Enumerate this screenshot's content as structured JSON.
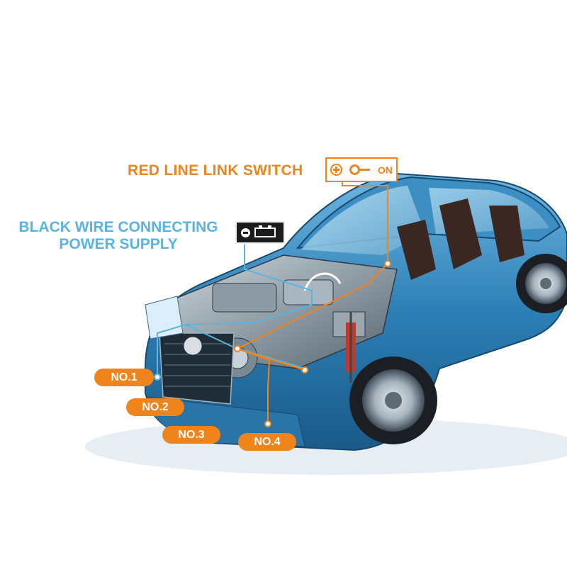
{
  "labels": {
    "switch_title": "RED LINE LINK SWITCH",
    "switch_on": "ON",
    "black_wire_line1": "BLACK WIRE CONNECTING",
    "black_wire_line2": "POWER SUPPLY"
  },
  "points": [
    {
      "label": "NO.1"
    },
    {
      "label": "NO.2"
    },
    {
      "label": "NO.3"
    },
    {
      "label": "NO.4"
    }
  ],
  "icons": {
    "switch": [
      "plus-circle-icon",
      "key-icon"
    ],
    "power": [
      "minus-circle-icon",
      "battery-icon"
    ]
  },
  "colors": {
    "accent_orange": "#f0841c",
    "wire_blue": "#5bb3e0",
    "car_body": "#2c7fb5",
    "battery_box": "#1c1c1c"
  }
}
